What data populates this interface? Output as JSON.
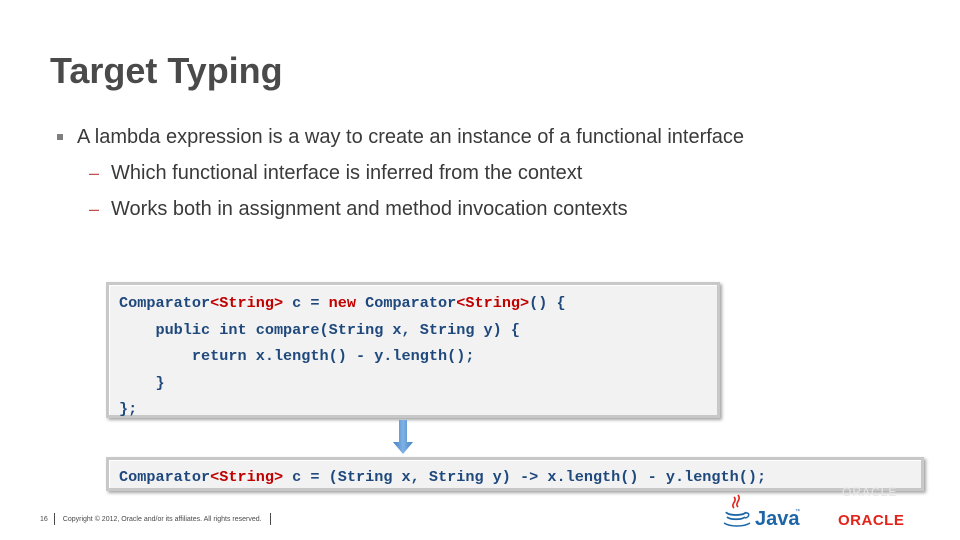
{
  "slide": {
    "title": "Target Typing",
    "bullets": [
      "A lambda expression is a way to create an instance of a functional interface",
      "Which functional interface is inferred from the context",
      "Works both in assignment and method invocation contexts"
    ]
  },
  "code_before": {
    "lines": [
      {
        "pre": "Comparator",
        "red1": "<String>",
        "mid": " c = ",
        "red2": "new",
        "post": " Comparator",
        "red3": "<String>",
        "tail": "() {"
      },
      {
        "text": "    public int compare(String x, String y) {"
      },
      {
        "text": "        return x.length() - y.length();"
      },
      {
        "text": "    }"
      },
      {
        "text": "};"
      }
    ]
  },
  "code_after": {
    "pre": "Comparator",
    "red1": "<String>",
    "tail": " c = (String x, String y) -> x.length() - y.length();"
  },
  "footer": {
    "slide_number": "16",
    "copyright": "Copyright © 2012, Oracle and/or its affiliates. All rights reserved."
  },
  "logos": {
    "java": "Java",
    "java_tm": "™",
    "oracle": "ORACLE",
    "oracle_ghost": "ORACLE"
  },
  "colors": {
    "title": "#4a4a4a",
    "code_blue": "#1f497d",
    "code_red": "#c00000",
    "arrow": "#5b9bd5",
    "oracle_red": "#e2231a"
  }
}
